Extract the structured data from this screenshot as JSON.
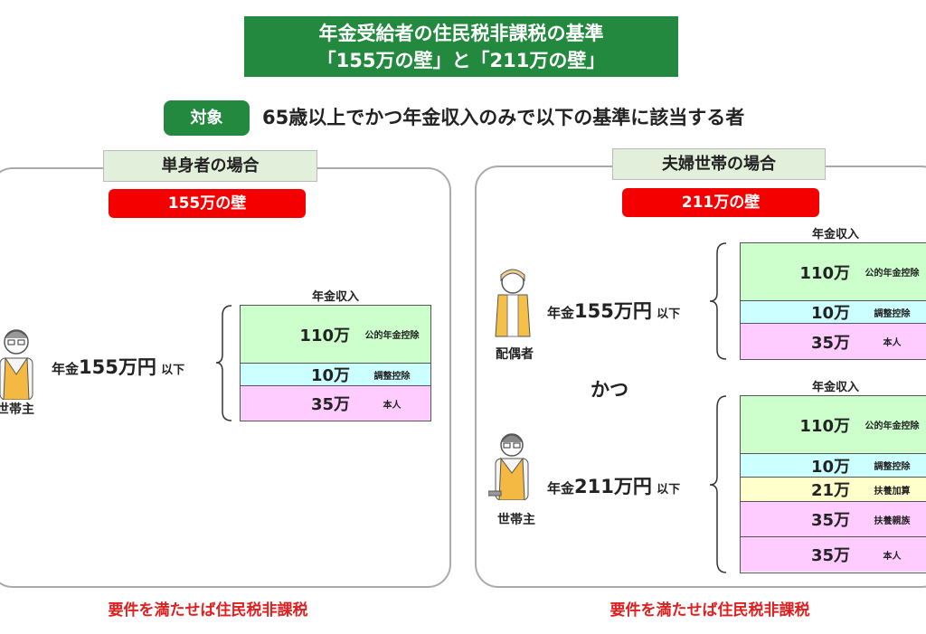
{
  "title": {
    "line1": "年金受給者の住民税非課税の基準",
    "line2": "「155万の壁」と「211万の壁」"
  },
  "target": {
    "label": "対象",
    "text": "65歳以上でかつ年金収入のみで以下の基準に該当する者"
  },
  "single": {
    "header": "単身者の場合",
    "wall": "155万の壁",
    "person": "世帯主",
    "condition": {
      "prefix": "年金",
      "amount": "155万円",
      "suffix": "以下"
    },
    "table_label": "年金収入",
    "rows": [
      {
        "amount": "110万",
        "label": "公的年金控除"
      },
      {
        "amount": "10万",
        "label": "調整控除"
      },
      {
        "amount": "35万",
        "label": "本人"
      }
    ],
    "result": "要件を満たせば住民税非課税"
  },
  "couple": {
    "header": "夫婦世帯の場合",
    "wall": "211万の壁",
    "conjunction": "かつ",
    "spouse": {
      "person": "配偶者",
      "condition": {
        "prefix": "年金",
        "amount": "155万円",
        "suffix": "以下"
      },
      "table_label": "年金収入",
      "rows": [
        {
          "amount": "110万",
          "label": "公的年金控除"
        },
        {
          "amount": "10万",
          "label": "調整控除"
        },
        {
          "amount": "35万",
          "label": "本人"
        }
      ]
    },
    "head": {
      "person": "世帯主",
      "condition": {
        "prefix": "年金",
        "amount": "211万円",
        "suffix": "以下"
      },
      "table_label": "年金収入",
      "rows": [
        {
          "amount": "110万",
          "label": "公的年金控除"
        },
        {
          "amount": "10万",
          "label": "調整控除"
        },
        {
          "amount": "21万",
          "label": "扶養加算"
        },
        {
          "amount": "35万",
          "label": "扶養親族"
        },
        {
          "amount": "35万",
          "label": "本人"
        }
      ]
    },
    "result": "要件を満たせば住民税非課税"
  }
}
